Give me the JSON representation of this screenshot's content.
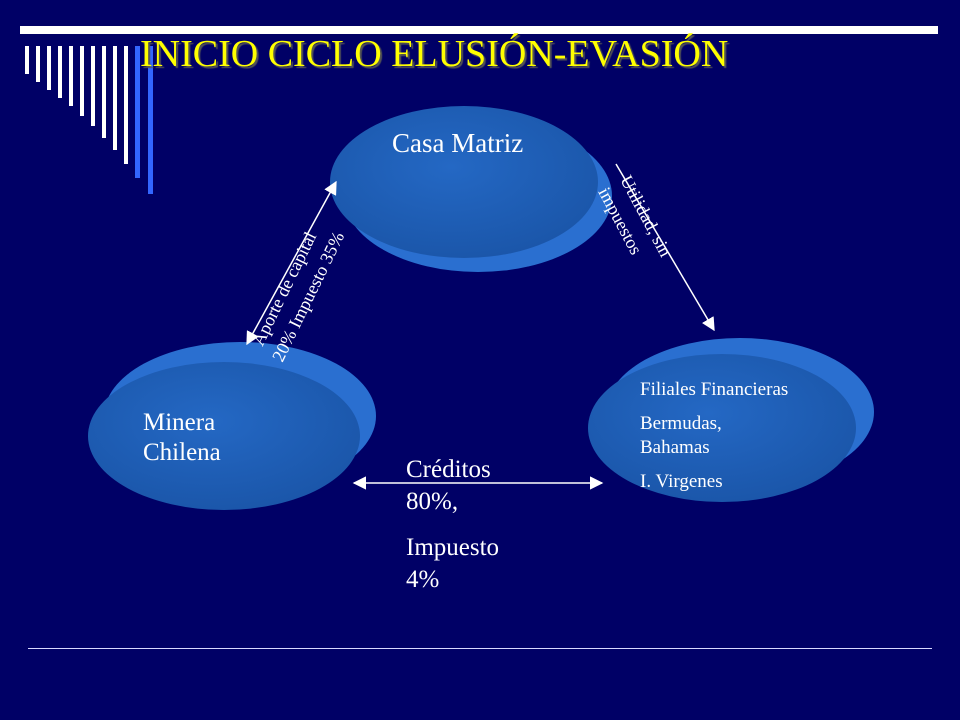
{
  "title": "INICIO CICLO ELUSIÓN-EVASIÓN",
  "nodes": {
    "casa_matriz": {
      "label": "Casa Matriz"
    },
    "minera": {
      "line1": "Minera",
      "line2": "Chilena"
    },
    "filiales": {
      "line1": "Filiales Financieras",
      "line2": "Bermudas,",
      "line3": "Bahamas",
      "line4": "I. Virgenes"
    }
  },
  "edges": {
    "aporte": {
      "line1": "Aporte de capital",
      "line2": "20% Impuesto 35%"
    },
    "utilidad": {
      "line1": "Utilidad, sin",
      "line2": "impuestos"
    },
    "creditos": {
      "line1": "Créditos",
      "line2": "80%,",
      "line3": "Impuesto",
      "line4": "4%"
    }
  },
  "colors": {
    "background": "#000066",
    "title": "#FFFF00",
    "node_fill": "#1C5FB8",
    "node_shadow": "#2A6FD0",
    "arrow": "#FFFFFF",
    "deco_bar": "#3366FF"
  }
}
